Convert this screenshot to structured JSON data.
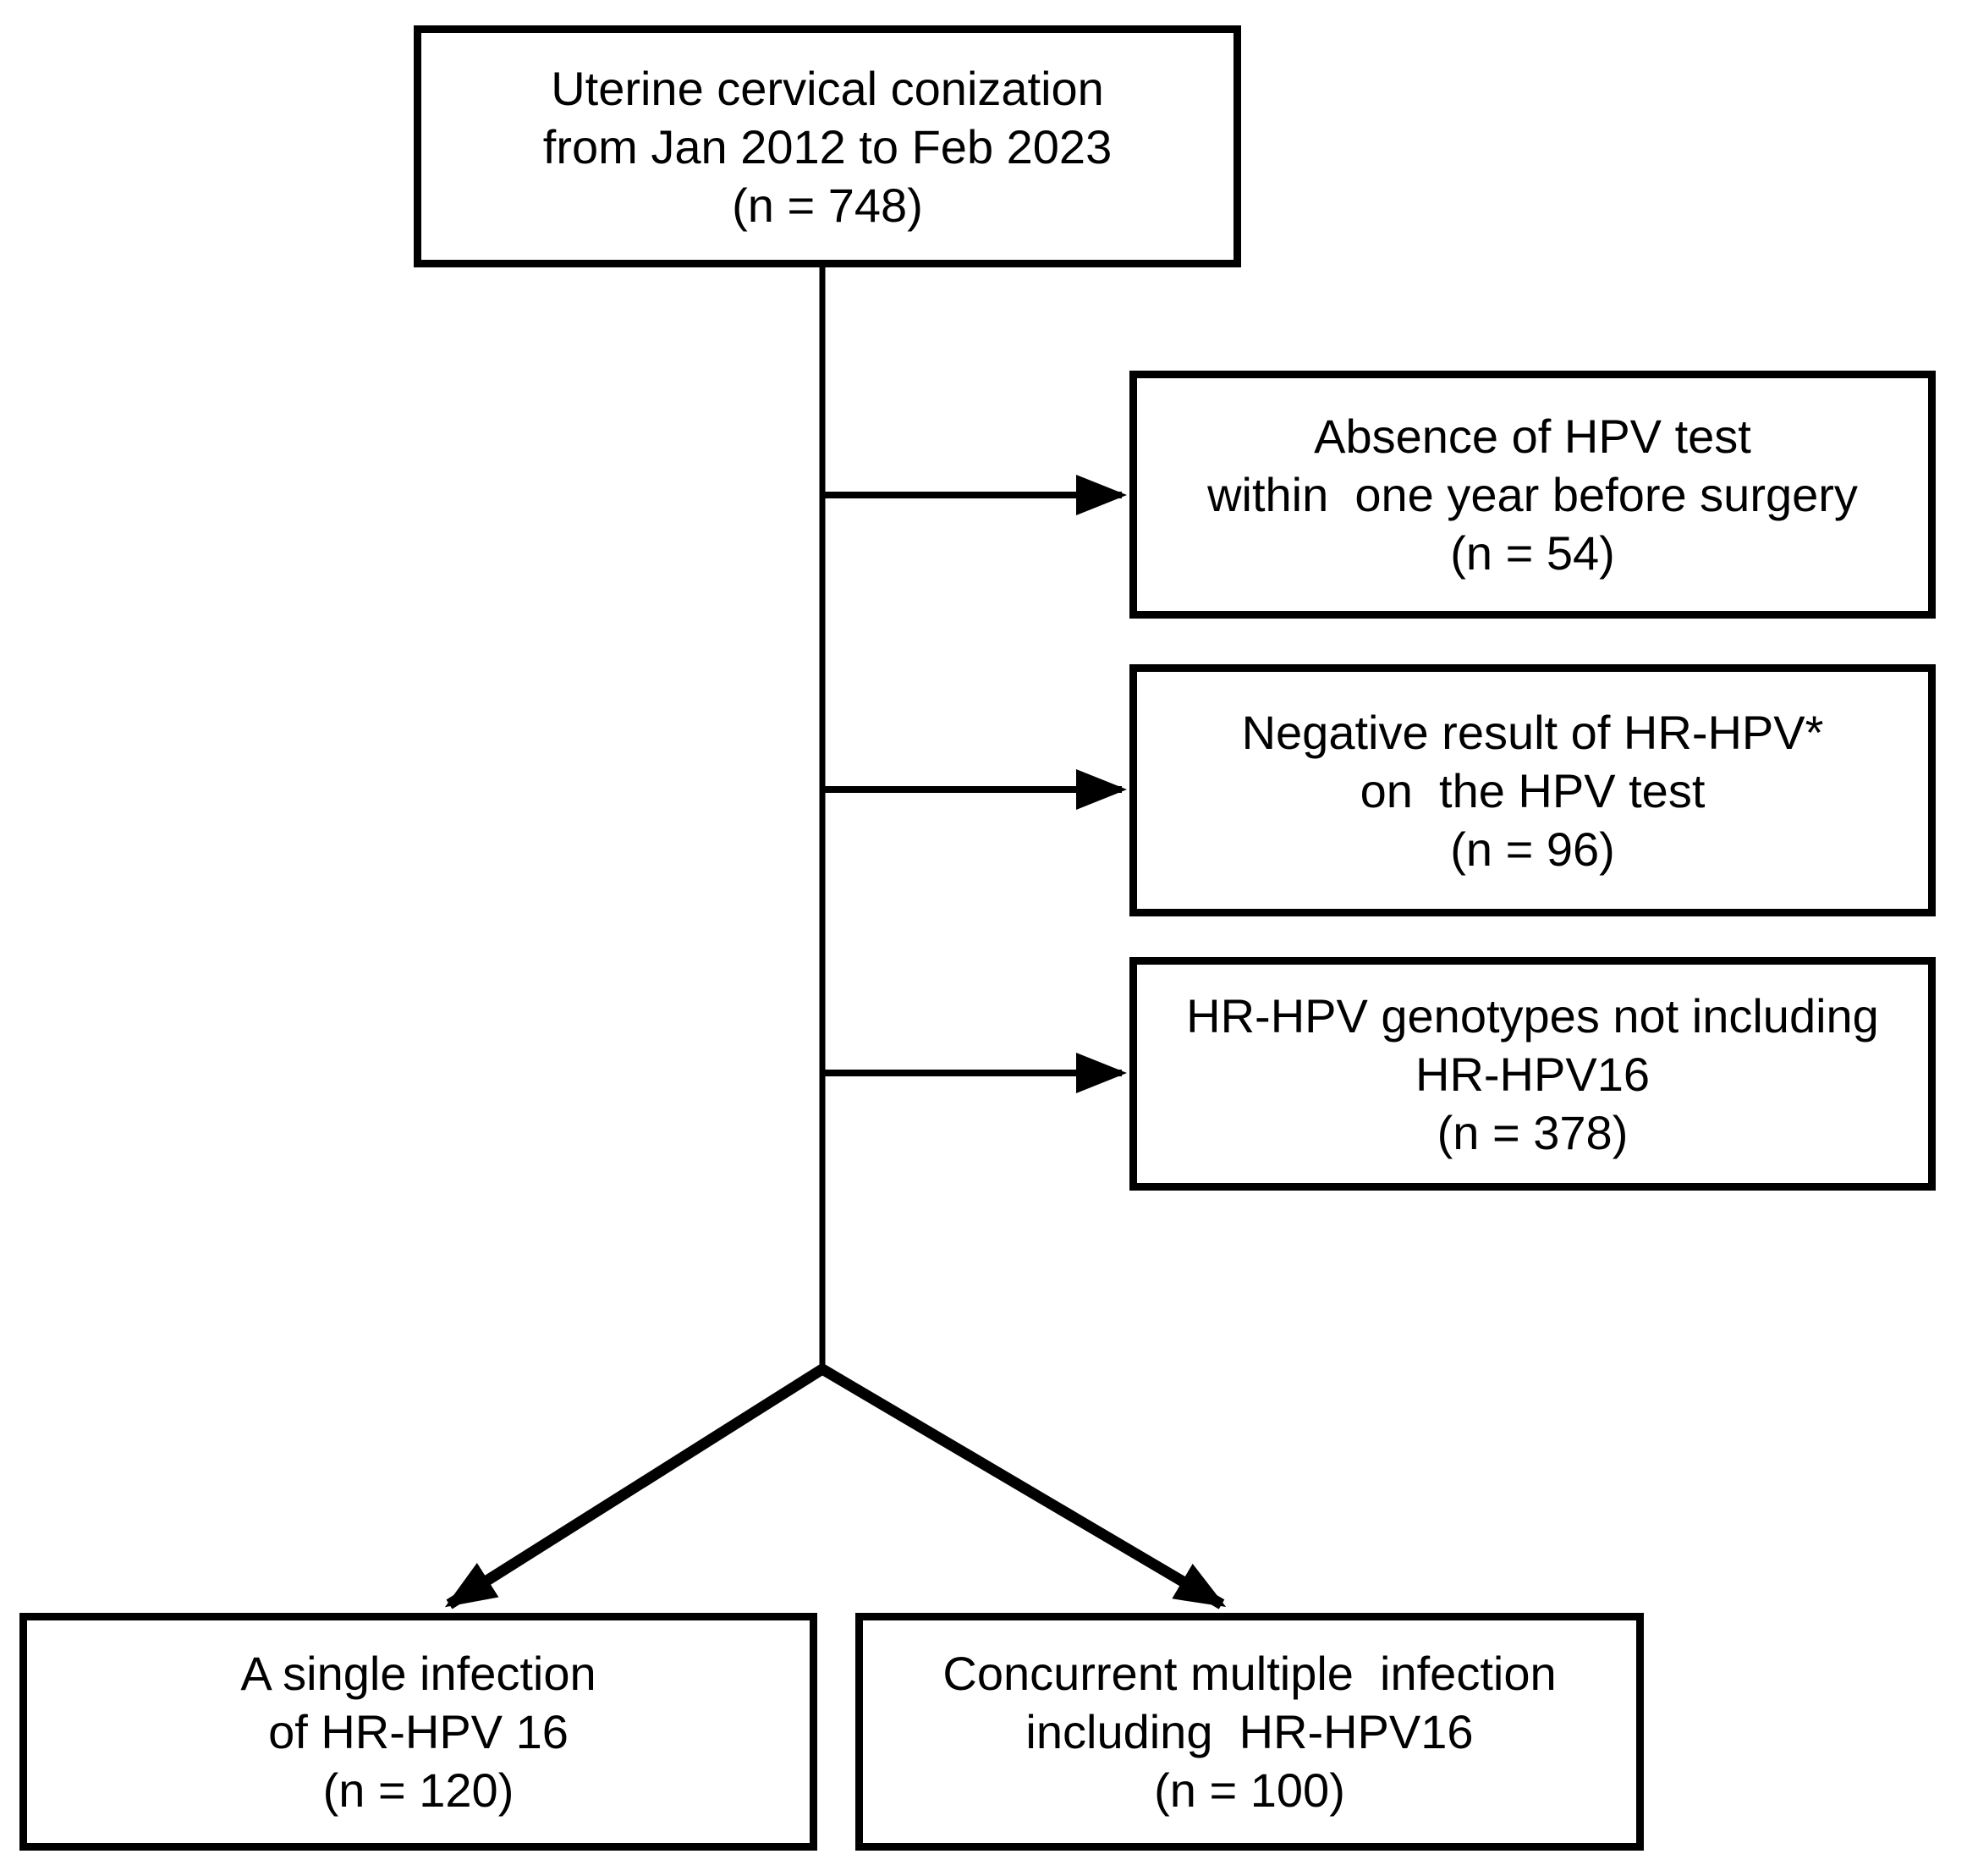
{
  "diagram": {
    "type": "flowchart",
    "colors": {
      "line": "#000000",
      "text": "#000000",
      "background": "#ffffff"
    },
    "boxes": {
      "source": {
        "line1": "Uterine cervical conization",
        "line2": "from Jan 2012 to Feb 2023",
        "line3": "(n = 748)"
      },
      "exclusion1": {
        "line1": "Absence of HPV test",
        "line2": "within  one year before surgery",
        "line3": "(n = 54)"
      },
      "exclusion2": {
        "line1": "Negative result of HR-HPV*",
        "line2": "on  the HPV test",
        "line3": "(n = 96)"
      },
      "exclusion3": {
        "line1": "HR-HPV genotypes not including",
        "line2": "HR-HPV16",
        "line3": "(n = 378)"
      },
      "single_infection": {
        "line1": "A single infection",
        "line2": "of HR-HPV 16",
        "line3": "(n = 120)"
      },
      "multiple_infection": {
        "line1": "Concurrent multiple  infection",
        "line2": "including  HR-HPV16",
        "line3": "(n = 100)"
      }
    },
    "edges": [
      {
        "from": "source",
        "to": "exclusion1",
        "style": "arrow"
      },
      {
        "from": "source",
        "to": "exclusion2",
        "style": "arrow"
      },
      {
        "from": "source",
        "to": "exclusion3",
        "style": "arrow"
      },
      {
        "from": "source",
        "to": "single_infection",
        "style": "arrow"
      },
      {
        "from": "source",
        "to": "multiple_infection",
        "style": "arrow"
      }
    ]
  }
}
